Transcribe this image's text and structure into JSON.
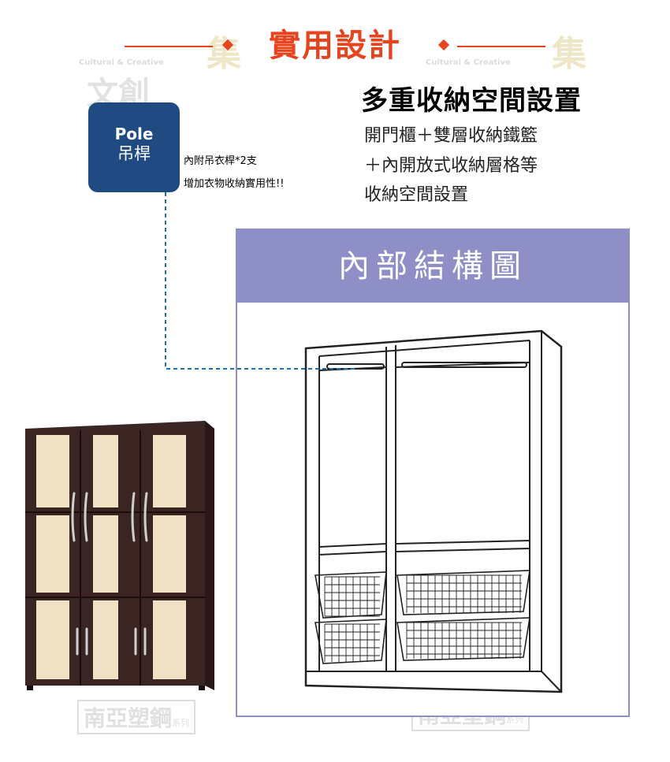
{
  "header": {
    "title": "實用設計",
    "accent_color": "#e8431f"
  },
  "pole": {
    "label_en": "Pole",
    "label_zh": "吊桿",
    "badge_color": "#1f4b82",
    "note_lines": [
      "內附吊衣桿*2支",
      "增加衣物收納實用性!!"
    ]
  },
  "feature": {
    "title": "多重收納空間設置",
    "lines": [
      "開門櫃＋雙層收納鐵籃",
      "＋內開放式收納層格等",
      "收納空間設置"
    ]
  },
  "diagram": {
    "title": "內部結構圖",
    "panel_color": "#8f8fc8"
  },
  "watermark": {
    "brand_en": "Cultural & Creative",
    "brand_zh": "文創",
    "collection": "集",
    "company": "南亞塑鋼",
    "series": "系列"
  }
}
